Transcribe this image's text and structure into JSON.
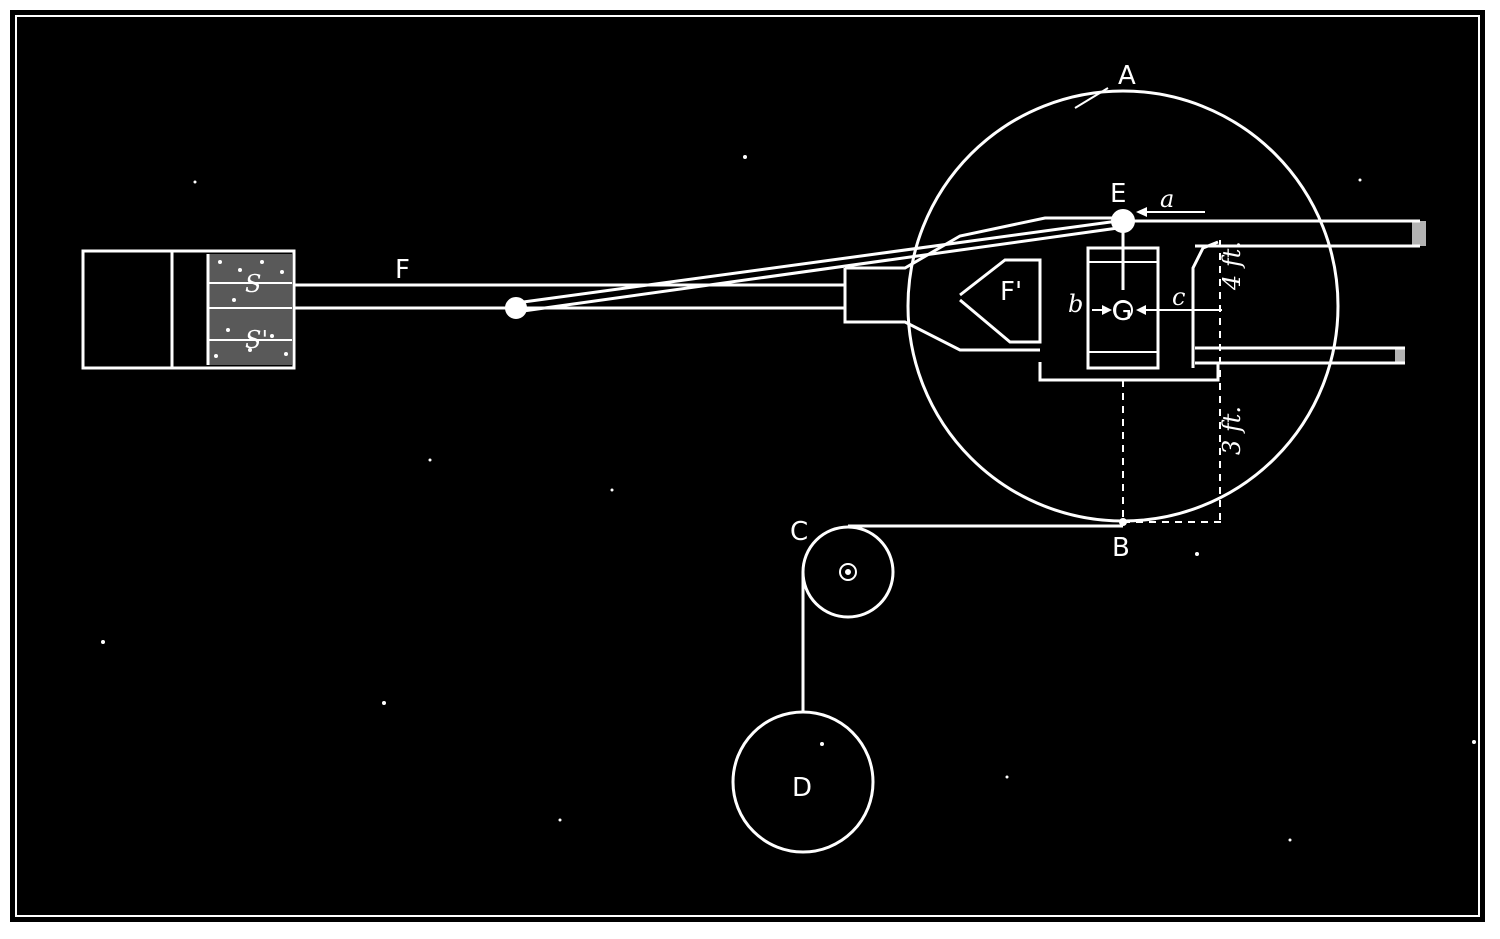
{
  "labels": {
    "A": "A",
    "B": "B",
    "C": "C",
    "D": "D",
    "E": "E",
    "F": "F",
    "F_prime": "F'",
    "G": "G",
    "S_top": "S",
    "S_bottom": "S'",
    "a": "a",
    "b": "b",
    "c": "c"
  },
  "dimensions": {
    "horizontal": "4 ft.",
    "vertical": "3 ft."
  },
  "colors": {
    "background": "#000000",
    "ink": "#ffffff",
    "frame": "#ffffff"
  }
}
